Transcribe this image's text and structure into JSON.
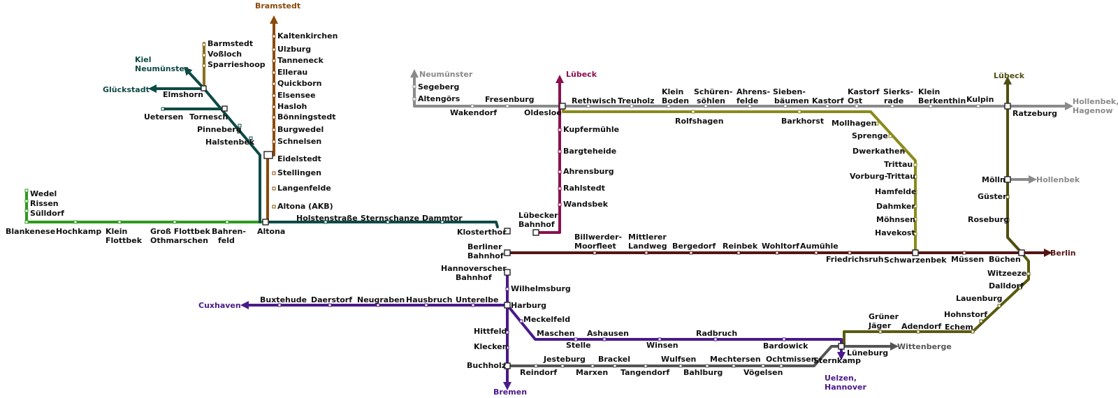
{
  "colors": {
    "green": "#2e9a1e",
    "teal": "#0f4a45",
    "brown": "#8a4a0a",
    "olive": "#8a8a1a",
    "crimson": "#8a1050",
    "grey": "#8a8a8a",
    "olive_dark": "#4f4f0f",
    "maroon": "#551515",
    "purple": "#4a1a8a",
    "dark_grey": "#555555",
    "dark_olive": "#5a5a10",
    "mustard": "#8a7020"
  },
  "stations": {
    "wedel": "Wedel",
    "rissen": "Rissen",
    "suelldorf": "Sülldorf",
    "blankenese": "Blankenese",
    "hochkamp": "Hochkamp",
    "klein_flottbek_1": "Klein",
    "klein_flottbek_2": "Flottbek",
    "gross_flottbek_1": "Groß Flottbek",
    "gross_flottbek_2": "Othmarschen",
    "bahrenfeld_1": "Bahren-",
    "bahrenfeld_2": "feld",
    "altona": "Altona",
    "holstenstrasse": "Holstenstraße",
    "sternschanze": "Sternschanze",
    "dammtor": "Dammtor",
    "klosterthor": "Klosterthor",
    "barmstedt": "Barmstedt",
    "vossloch": "Voßloch",
    "sparrieshoop": "Sparrieshoop",
    "elmshorn": "Elmshorn",
    "uetersen": "Uetersen",
    "tornesch": "Tornesch",
    "pinneberg": "Pinneberg",
    "halstenbek": "Halstenbek",
    "eidelstedt": "Eidelstedt",
    "kaltenkirchen": "Kaltenkirchen",
    "ulzburg": "Ulzburg",
    "tanneneck": "Tanneneck",
    "ellerau": "Ellerau",
    "quickborn": "Quickborn",
    "elsensee": "Elsensee",
    "hasloh": "Hasloh",
    "boenningstedt": "Bönningstedt",
    "burgwedel": "Burgwedel",
    "schnelsen": "Schnelsen",
    "stellingen": "Stellingen",
    "langenfelde": "Langenfelde",
    "altona_akb": "Altona (AKB)",
    "segeberg": "Segeberg",
    "altengoers": "Altengörs",
    "fresenburg": "Fresenburg",
    "wakendorf": "Wakendorf",
    "oldesloe": "Oldesloe",
    "rethwisch": "Rethwisch",
    "treuholz": "Treuholz",
    "klein_boden_1": "Klein",
    "klein_boden_2": "Boden",
    "schuerensoehlen_1": "Schüren-",
    "schuerensoehlen_2": "söhlen",
    "ahrensfelde_1": "Ahrens-",
    "ahrensfelde_2": "felde",
    "siebenbaeumen_1": "Sieben-",
    "siebenbaeumen_2": "bäumen",
    "kastorf": "Kastorf",
    "kastorf_ost_1": "Kastorf",
    "kastorf_ost_2": "Ost",
    "sierksrade_1": "Sierks-",
    "sierksrade_2": "rade",
    "klein_berkenthin_1": "Klein",
    "klein_berkenthin_2": "Berkenthin",
    "kulpin": "Kulpin",
    "ratzeburg": "Ratzeburg",
    "rolfshagen": "Rolfshagen",
    "barkhorst": "Barkhorst",
    "mollhagen": "Mollhagen",
    "sprenge": "Sprenge",
    "dwerkathen": "Dwerkathen",
    "trittau": "Trittau",
    "vorburg_trittau": "Vorburg-Trittau",
    "hamfelde": "Hamfelde",
    "dahmker": "Dahmker",
    "moehnsen": "Möhnsen",
    "havekost": "Havekost",
    "kupfermuehle": "Kupfermühle",
    "bargteheide": "Bargteheide",
    "ahrensburg": "Ahrensburg",
    "rahlstedt": "Rahlstedt",
    "wandsbek": "Wandsbek",
    "luebecker_bf_1": "Lübecker",
    "luebecker_bf_2": "Bahnhof",
    "berliner_bf_1": "Berliner",
    "berliner_bf_2": "Bahnhof",
    "billwerder_1": "Billwerder-",
    "billwerder_2": "Moorfleet",
    "mittlerer_landweg_1": "Mittlerer",
    "mittlerer_landweg_2": "Landweg",
    "bergedorf": "Bergedorf",
    "reinbek": "Reinbek",
    "wohltorf": "Wohltorf",
    "aumuehle": "Aumühle",
    "friedrichsruh": "Friedrichsruh",
    "schwarzenbek": "Schwarzenbek",
    "muessen": "Müssen",
    "buechen": "Büchen",
    "moelln": "Mölln",
    "guester": "Güster",
    "roseburg": "Roseburg",
    "witzeeze": "Witzeeze",
    "dalldorf": "Dalldorf",
    "lauenburg": "Lauenburg",
    "hohnstorf": "Hohnstorf",
    "echem": "Echem",
    "adendorf": "Adendorf",
    "gruener_jaeger_1": "Grüner",
    "gruener_jaeger_2": "Jäger",
    "lueneburg": "Lüneburg",
    "hannoverscher_bf_1": "Hannoverscher",
    "hannoverscher_bf_2": "Bahnhof",
    "wilhelmsburg": "Wilhelmsburg",
    "harburg": "Harburg",
    "buxtehude": "Buxtehude",
    "daerstorf": "Daerstorf",
    "neugraben": "Neugraben",
    "hausbruch": "Hausbruch",
    "unterelbe": "Unterelbe",
    "meckelfeld": "Meckelfeld",
    "maschen": "Maschen",
    "stelle": "Stelle",
    "ashausen": "Ashausen",
    "winsen": "Winsen",
    "radbruch": "Radbruch",
    "bardowick": "Bardowick",
    "hittfeld": "Hittfeld",
    "klecken": "Klecken",
    "buchholz": "Buchholz",
    "reindorf": "Reindorf",
    "jesteburg": "Jesteburg",
    "marxen": "Marxen",
    "brackel": "Brackel",
    "tangendorf": "Tangendorf",
    "wulfsen": "Wulfsen",
    "bahlburg": "Bahlburg",
    "mechtersen": "Mechtersen",
    "voegelsen": "Vögelsen",
    "ochtmissen": "Ochtmissen",
    "sternkamp": "Sternkamp"
  },
  "destinations": {
    "bramstedt": "Bramstedt",
    "kiel_1": "Kiel",
    "kiel_2": "Neumünster",
    "glueckstadt": "Glückstadt",
    "neumuenster": "Neumünster",
    "luebeck_crimson": "Lübeck",
    "luebeck_olive": "Lübeck",
    "hollenbek_hagenow_1": "Hollenbek,",
    "hollenbek_hagenow_2": "Hagenow",
    "hollenbek": "Hollenbek",
    "berlin": "Berlin",
    "wittenberge": "Wittenberge",
    "uelzen_1": "Uelzen,",
    "uelzen_2": "Hannover",
    "cuxhaven": "Cuxhaven",
    "bremen": "Bremen"
  }
}
